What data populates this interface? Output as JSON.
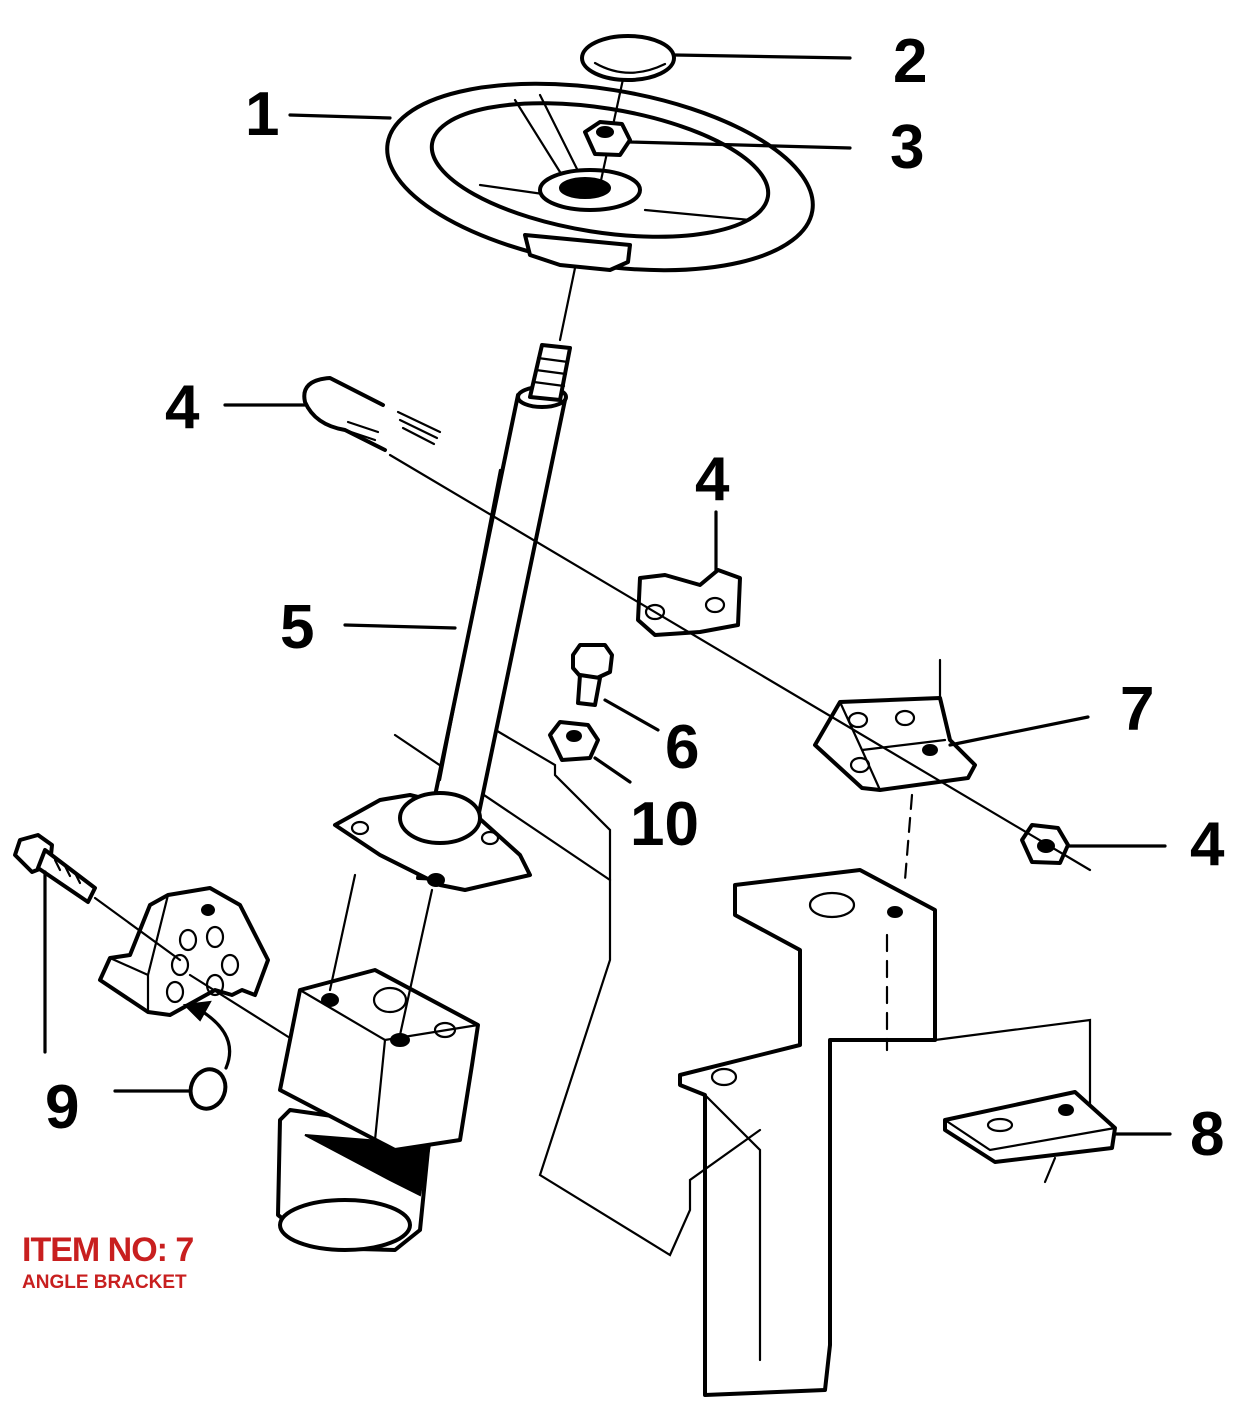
{
  "callouts": {
    "c1": "1",
    "c2": "2",
    "c3": "3",
    "c4a": "4",
    "c4b": "4",
    "c4c": "4",
    "c5": "5",
    "c6": "6",
    "c7": "7",
    "c8": "8",
    "c9": "9",
    "c10": "10"
  },
  "item": {
    "title": "ITEM NO: 7",
    "name": "ANGLE BRACKET"
  },
  "colors": {
    "line_art": "#000000",
    "item_label": "#c81f1f",
    "background": "#ffffff"
  }
}
